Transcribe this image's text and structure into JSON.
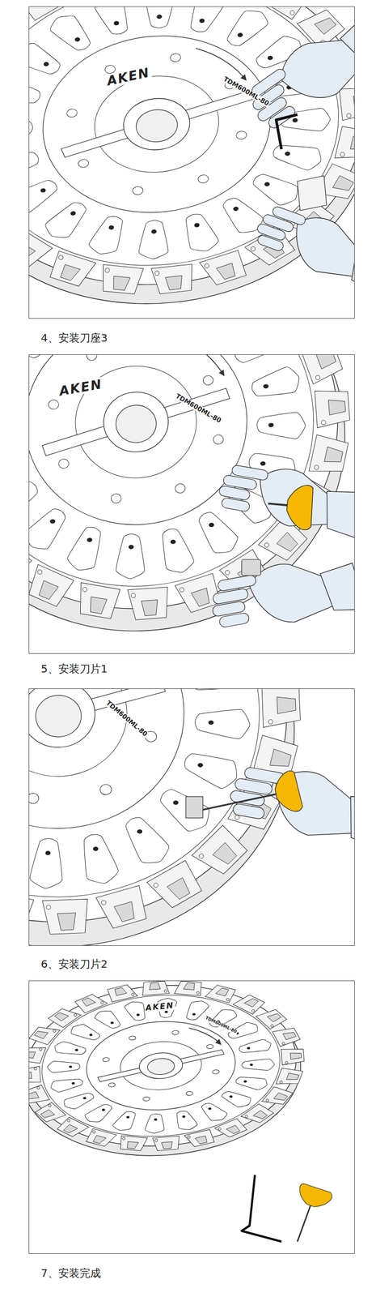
{
  "diagram": {
    "nodes": [
      {
        "text": [
          "4、安装刀座3"
        ]
      },
      {
        "text": [
          "5、安装刀片1"
        ]
      },
      {
        "text": [
          "6、安装刀片2"
        ]
      },
      {
        "text": [
          "7、安装完成"
        ]
      }
    ],
    "labels": [
      "AKEN",
      "TDM600ML-80",
      "AKEN",
      "TDM600ML-80",
      "TDM600ML-80",
      "AKEN",
      "TDM600ML-80"
    ]
  }
}
